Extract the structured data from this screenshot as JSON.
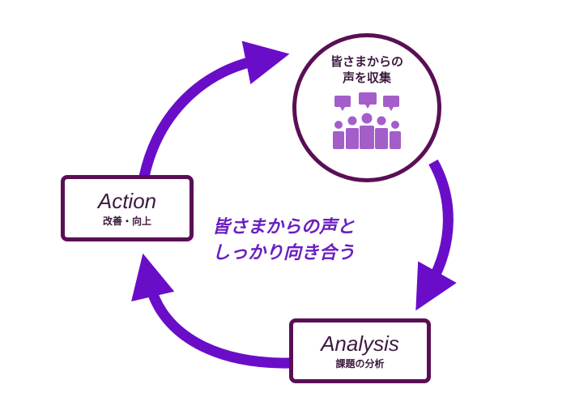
{
  "cycle": {
    "voice": {
      "label_line1": "皆さまからの",
      "label_line2": "声を収集",
      "icon": "audience-speech-bubbles-icon"
    },
    "analysis": {
      "title": "Analysis",
      "subtitle": "課題の分析"
    },
    "action": {
      "title": "Action",
      "subtitle": "改善・向上"
    },
    "center_line1": "皆さまからの声と",
    "center_line2": "しっかり向き合う"
  },
  "colors": {
    "arrow": "#6a0dc8",
    "border": "#5a0f55",
    "icon": "#a45ec9",
    "center_text": "#6a1fc0"
  }
}
